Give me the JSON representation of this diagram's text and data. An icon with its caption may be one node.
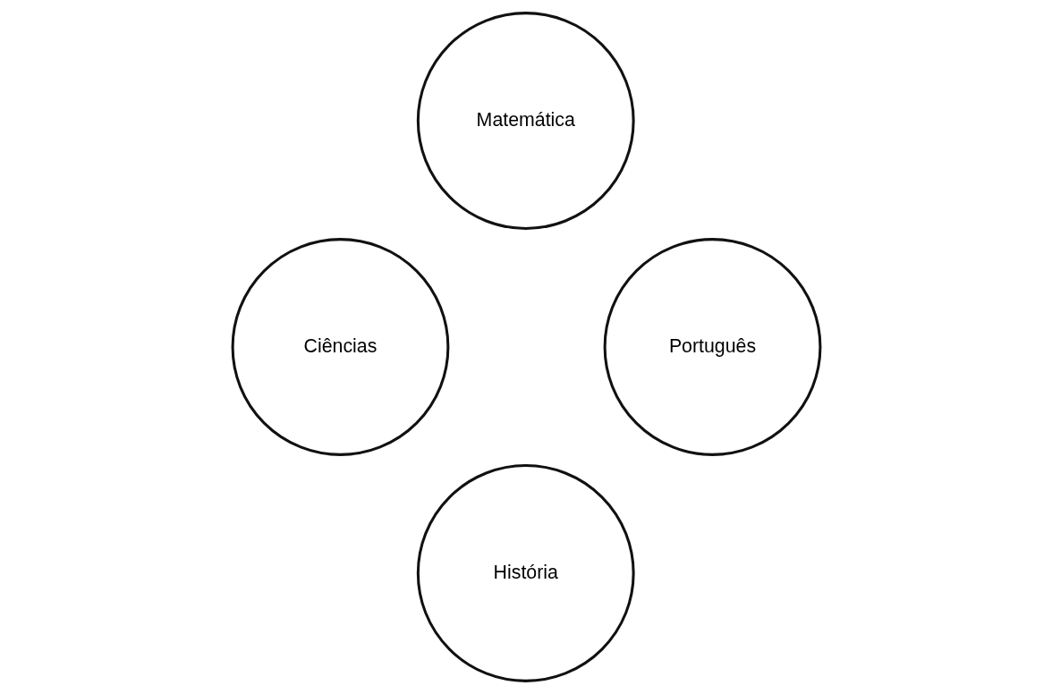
{
  "diagram": {
    "nodes": [
      {
        "text": [
          "Matemática"
        ]
      },
      {
        "text": [
          "Ciências"
        ]
      },
      {
        "text": [
          "Português"
        ]
      },
      {
        "text": [
          "História"
        ]
      }
    ]
  }
}
